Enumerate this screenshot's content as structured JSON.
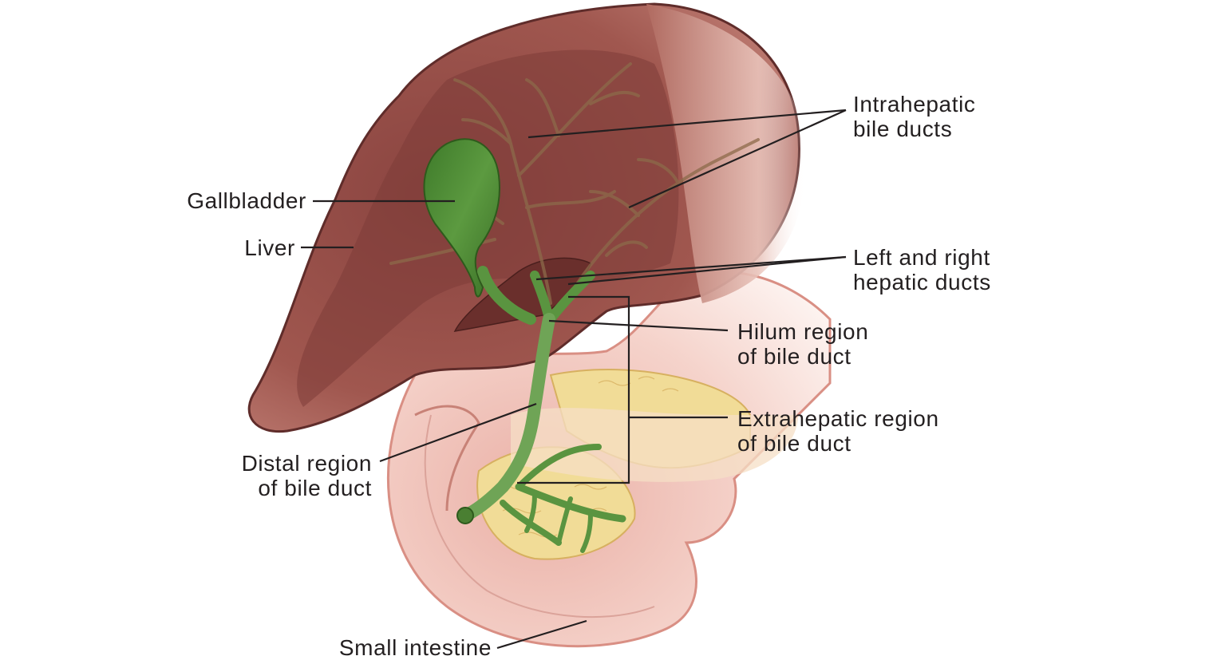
{
  "labels": {
    "intrahepatic": {
      "line1": "Intrahepatic",
      "line2": "bile ducts"
    },
    "gallbladder": "Gallbladder",
    "liver": "Liver",
    "hepatic": {
      "line1": "Left and right",
      "line2": "hepatic ducts"
    },
    "hilum": {
      "line1": "Hilum region",
      "line2": "of bile duct"
    },
    "extrahepatic": {
      "line1": "Extrahepatic region",
      "line2": "of bile duct"
    },
    "distal": {
      "line1": "Distal region",
      "line2": "of bile duct"
    },
    "small_intestine": "Small intestine"
  },
  "colors": {
    "liver": "#9b4f48",
    "liver_inner": "#7e3c38",
    "gallbladder": "#4f8a36",
    "duct": "#5a9440",
    "pancreas": "#f1dc97",
    "intestine": "#f7d8d0",
    "leader": "#231f20"
  }
}
